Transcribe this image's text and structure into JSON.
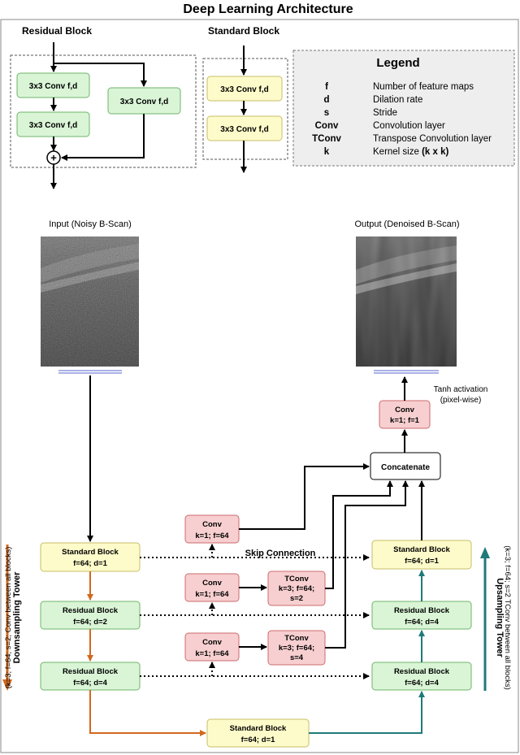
{
  "title": "Deep Learning Architecture",
  "residual_def": {
    "title": "Residual Block",
    "conv1": "3x3 Conv f,d",
    "conv2": "3x3 Conv f,d",
    "conv_skip": "3x3 Conv f,d",
    "add_symbol": "+"
  },
  "standard_def": {
    "title": "Standard Block",
    "conv1": "3x3 Conv f,d",
    "conv2": "3x3 Conv f,d"
  },
  "legend": {
    "title": "Legend",
    "items": [
      {
        "key": "f",
        "desc": "Number of feature maps"
      },
      {
        "key": "d",
        "desc": "Dilation rate"
      },
      {
        "key": "s",
        "desc": "Stride"
      },
      {
        "key": "Conv",
        "desc": "Convolution layer"
      },
      {
        "key": "TConv",
        "desc": "Transpose Convolution layer"
      },
      {
        "key": "k",
        "desc": "Kernel size",
        "desc_bold": "(k x k)"
      }
    ]
  },
  "input_label": "Input (Noisy B-Scan)",
  "output_label": "Output (Denoised B-Scan)",
  "tanh_label": [
    "Tanh activation",
    "(pixel-wise)"
  ],
  "final_conv": [
    "Conv",
    "k=1; f=1"
  ],
  "concatenate": "Concatenate",
  "skip_label": "Skip Connection",
  "down": [
    [
      "Standard Block",
      "f=64; d=1"
    ],
    [
      "Residual Block",
      "f=64; d=2"
    ],
    [
      "Residual Block",
      "f=64; d=4"
    ]
  ],
  "up": [
    [
      "Standard Block",
      "f=64; d=1"
    ],
    [
      "Residual Block",
      "f=64; d=4"
    ],
    [
      "Residual Block",
      "f=64; d=4"
    ]
  ],
  "bottleneck": [
    "Standard Block",
    "f=64; d=1"
  ],
  "skip_conv": [
    [
      "Conv",
      "k=1; f=64"
    ],
    [
      "Conv",
      "k=1; f=64"
    ],
    [
      "Conv",
      "k=1; f=64"
    ]
  ],
  "tconv": [
    [
      "TConv",
      "k=3; f=64;",
      "s=2"
    ],
    [
      "TConv",
      "k=3; f=64;",
      "s=4"
    ]
  ],
  "down_tower": {
    "title": "Downsampling Tower",
    "note": "(k=3; f=64; s=2; Conv between all blocks)"
  },
  "up_tower": {
    "title": "Upsampling Tower",
    "note": "(k=3; f=64; s=2 TConv between all blocks)"
  },
  "colors": {
    "green_fill": "#d9f5d6",
    "green_stroke": "#6fb46a",
    "yellow_fill": "#fdfbc9",
    "yellow_stroke": "#c7bd6a",
    "red_fill": "#f7cfd0",
    "red_stroke": "#cc6b6e",
    "orange_arrow": "#d2691e",
    "teal_arrow": "#1f7a78",
    "legend_bg": "#eeeeee",
    "scan_line": "#5566cc"
  }
}
